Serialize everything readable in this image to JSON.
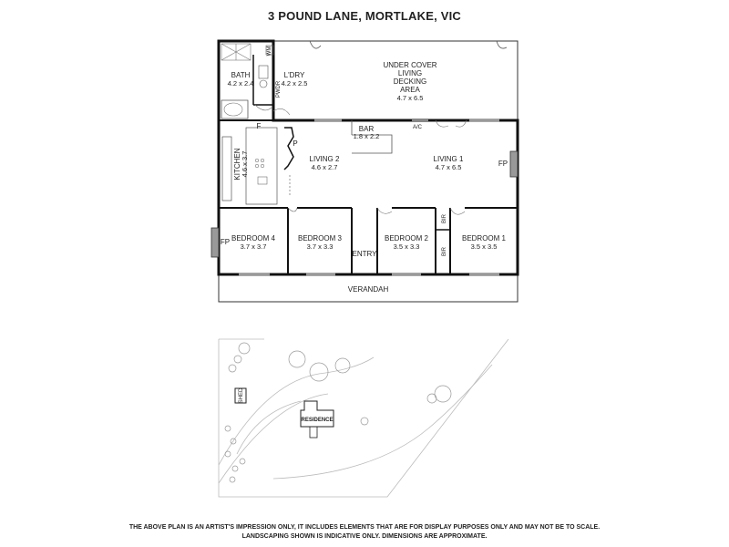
{
  "title": "3 POUND LANE, MORTLAKE, VIC",
  "rooms": {
    "deck": {
      "l1": "UNDER COVER",
      "l2": "LIVING",
      "l3": "DECKING",
      "l4": "AREA",
      "dim": "4.7 x 6.5"
    },
    "bath": {
      "name": "BATH",
      "dim": "4.2 x 2.4"
    },
    "ldry": {
      "name": "L'DRY",
      "dim": "4.2 x 2.5"
    },
    "pwdr": "PWDR",
    "wm": "WM",
    "kitchen": {
      "name": "KITCHEN",
      "dim": "4.6 x 3.7"
    },
    "living2": {
      "name": "LIVING 2",
      "dim": "4.6 x 2.7"
    },
    "bar": {
      "name": "BAR",
      "dim": "1.8 x 2.2"
    },
    "living1": {
      "name": "LIVING 1",
      "dim": "4.7 x 6.5"
    },
    "bed4": {
      "name": "BEDROOM 4",
      "dim": "3.7 x 3.7"
    },
    "bed3": {
      "name": "BEDROOM 3",
      "dim": "3.7 x 3.3"
    },
    "bed2": {
      "name": "BEDROOM 2",
      "dim": "3.5 x 3.3"
    },
    "bed1": {
      "name": "BEDROOM 1",
      "dim": "3.5 x 3.5"
    },
    "entry": "ENTRY",
    "verandah": "VERANDAH",
    "fp": "FP",
    "f": "F",
    "p": "P",
    "ac": "A/C",
    "bir": "BIR"
  },
  "site": {
    "shed": "SHED",
    "residence": "RESIDENCE"
  },
  "disclaimer": {
    "line1": "THE ABOVE PLAN IS AN ARTIST'S IMPRESSION ONLY, IT INCLUDES ELEMENTS THAT ARE FOR DISPLAY PURPOSES ONLY AND MAY NOT BE TO SCALE.",
    "line2": "LANDSCAPING SHOWN IS INDICATIVE ONLY. DIMENSIONS ARE APPROXIMATE."
  }
}
